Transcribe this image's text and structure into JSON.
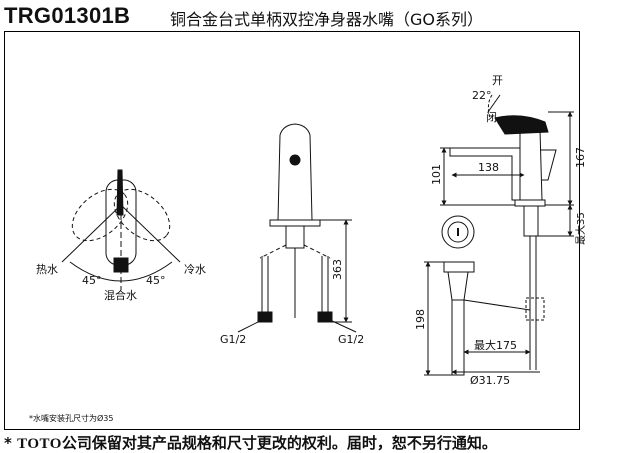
{
  "header": {
    "model": "TRG01301B",
    "title": "铜合金台式单柄双控净身器水嘴（GO系列）"
  },
  "left_view": {
    "hot_label": "热水",
    "cold_label": "冷水",
    "mix_label": "混合水",
    "angle_left": "45°",
    "angle_right": "45°"
  },
  "middle_view": {
    "height_dim": "363",
    "thread_left": "G1/2",
    "thread_right": "G1/2"
  },
  "right_view": {
    "open_label": "开",
    "close_label": "闭",
    "angle_label": "22°",
    "dim_167": "167",
    "dim_101": "101",
    "dim_138": "138",
    "dim_max35": "最大35",
    "dim_198": "198",
    "dim_max175": "最大175",
    "dim_dia": "Ø31.75"
  },
  "footnote": "水嘴安装孔尺寸为Ø35",
  "footer": {
    "star": "*",
    "brand": "TOTO",
    "text": "公司保留对其产品规格和尺寸更改的权利。届时，恕不另行通知。"
  }
}
